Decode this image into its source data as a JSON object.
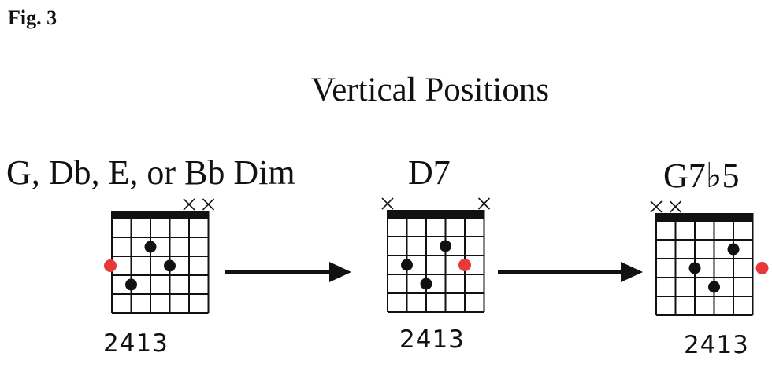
{
  "figure_label": "Fig. 3",
  "title": "Vertical Positions",
  "colors": {
    "ink": "#111111",
    "root": "#e8393a"
  },
  "chords": [
    {
      "name": "G, Db, E, or Bb Dim",
      "muted_strings": [
        5,
        6
      ],
      "dots": [
        {
          "string": 3,
          "fret": 2
        },
        {
          "string": 4,
          "fret": 3
        },
        {
          "string": 2,
          "fret": 4
        }
      ],
      "root": {
        "string": 1,
        "fret": 3,
        "side": "left"
      },
      "fingering": "2413"
    },
    {
      "name": "D7",
      "muted_strings": [
        1,
        6
      ],
      "dots": [
        {
          "string": 4,
          "fret": 2
        },
        {
          "string": 2,
          "fret": 3
        },
        {
          "string": 3,
          "fret": 4
        }
      ],
      "root": {
        "string": 5,
        "fret": 3,
        "side": "on"
      },
      "fingering": "2413"
    },
    {
      "name": "G7♭5",
      "muted_strings": [
        1,
        2
      ],
      "dots": [
        {
          "string": 5,
          "fret": 2
        },
        {
          "string": 3,
          "fret": 3
        },
        {
          "string": 4,
          "fret": 4
        }
      ],
      "root": {
        "string": 6,
        "fret": 3,
        "side": "right"
      },
      "fingering": "2413"
    }
  ]
}
